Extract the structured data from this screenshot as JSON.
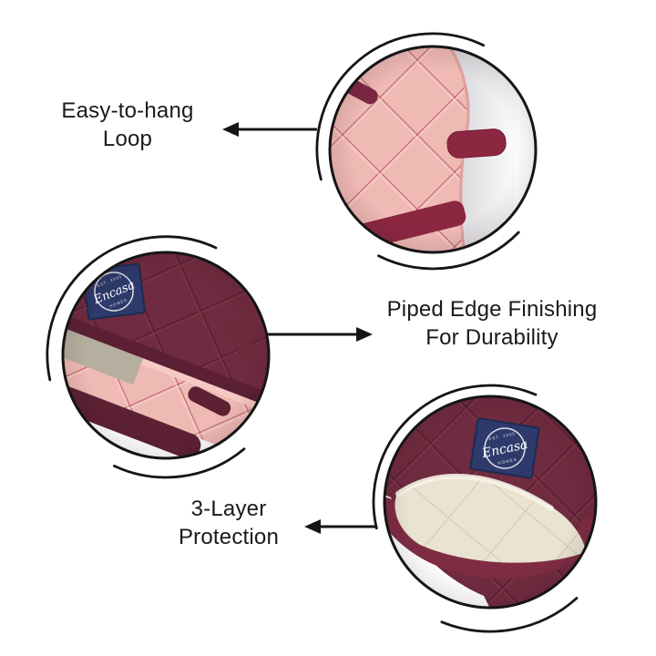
{
  "infographic_type": "product-feature-callouts",
  "features": [
    {
      "id": "hanging-loop",
      "line1": "Easy-to-hang",
      "line2": "Loop",
      "arrow_direction": "left",
      "photo_subject": "pink quilted mitt edge with maroon hanging loop"
    },
    {
      "id": "piped-edge",
      "line1": "Piped Edge Finishing",
      "line2": "For Durability",
      "arrow_direction": "right",
      "photo_subject": "stacked maroon and pink quilted mitts with piped edges"
    },
    {
      "id": "three-layer",
      "line1": "3-Layer",
      "line2": "Protection",
      "arrow_direction": "left",
      "photo_subject": "maroon quilted mitt opening showing cream inner lining"
    }
  ],
  "brand": {
    "name": "Encasa",
    "est": "EST. 2005",
    "sub": "HOMES"
  },
  "colors": {
    "background": "#ffffff",
    "outline": "#151515",
    "text": "#1a1a1a",
    "maroon_fabric": "#6f2b3f",
    "maroon_dark": "#551e2f",
    "wine_piping": "#8c2742",
    "pink_fabric": "#efb9b4",
    "pink_stitch": "#bb5560",
    "cream_lining": "#eae3d2",
    "grey_lining": "#b6ae9f",
    "navy_label": "#2d3a6b"
  }
}
